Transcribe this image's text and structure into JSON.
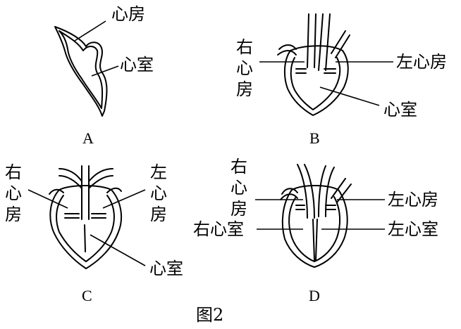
{
  "figure": {
    "caption": "图2",
    "panels": [
      {
        "letter": "A",
        "labels": {
          "atrium": "心房",
          "ventricle": "心室"
        }
      },
      {
        "letter": "B",
        "labels": {
          "right_atrium": "右心房",
          "left_atrium": "左心房",
          "ventricle": "心室"
        }
      },
      {
        "letter": "C",
        "labels": {
          "right_atrium": "右心房",
          "left_atrium": "左心房",
          "ventricle": "心室"
        }
      },
      {
        "letter": "D",
        "labels": {
          "right_atrium": "右心房",
          "left_atrium": "左心房",
          "right_ventricle": "右心室",
          "left_ventricle": "左心室"
        }
      }
    ]
  }
}
